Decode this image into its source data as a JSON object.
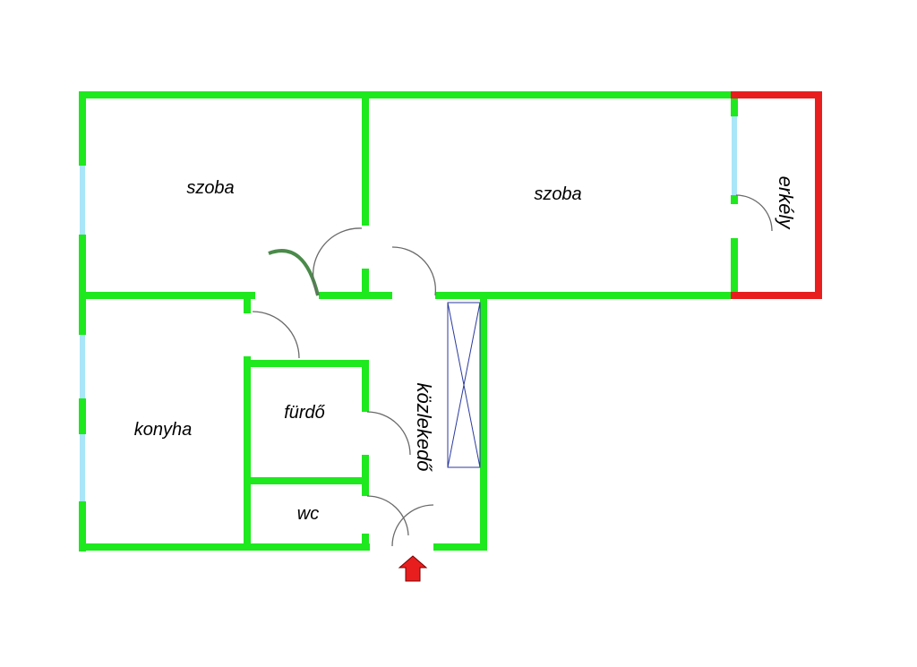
{
  "rooms": {
    "room_1": "szoba",
    "room_2": "szoba",
    "kitchen": "konyha",
    "bathroom": "fürdő",
    "toilet": "wc",
    "corridor": "közlekedő",
    "balcony": "erkély"
  },
  "colors": {
    "wall": "#1ee81e",
    "balcony_wall": "#e81e1e",
    "window": "#a8e6f8",
    "door_arc": "#6a6a6a",
    "entrance_arrow": "#e81e1e",
    "stair_lines": "#2b3a9e"
  },
  "icons": {
    "entrance": "entrance-arrow-icon"
  }
}
